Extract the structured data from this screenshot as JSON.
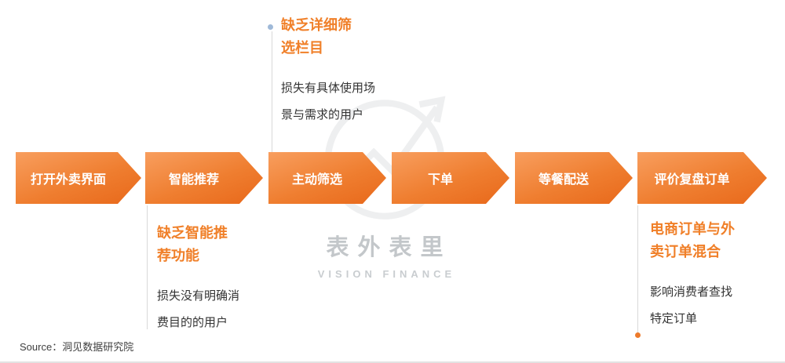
{
  "colors": {
    "accent_orange": "#ED7A2B",
    "arrow_gradient_top": "#F89E5E",
    "arrow_gradient_bottom": "#E8681A",
    "body_text": "#333333",
    "watermark_gray": "#C3C7CA",
    "connector_gray": "#D8D8D8",
    "top_dot_blue": "#9FB9D8"
  },
  "flow": {
    "steps": [
      {
        "label": "打开外卖界面"
      },
      {
        "label": "智能推荐"
      },
      {
        "label": "主动筛选"
      },
      {
        "label": "下单"
      },
      {
        "label": "等餐配送"
      },
      {
        "label": "评价复盘订单"
      }
    ]
  },
  "annotations": {
    "filter": {
      "title_line1": "缺乏详细筛",
      "title_line2": "选栏目",
      "body_line1": "损失有具体使用场",
      "body_line2": "景与需求的用户"
    },
    "recommend": {
      "title_line1": "缺乏智能推",
      "title_line2": "荐功能",
      "body_line1": "损失没有明确消",
      "body_line2": "费目的的用户"
    },
    "orders": {
      "title_line1": "电商订单与外",
      "title_line2": "卖订单混合",
      "body_line1": "影响消费者查找",
      "body_line2": "特定订单"
    }
  },
  "watermark": {
    "brand": "表外表里",
    "subtitle": "VISION FINANCE"
  },
  "footer": {
    "source": "Source：洞见数据研究院"
  }
}
